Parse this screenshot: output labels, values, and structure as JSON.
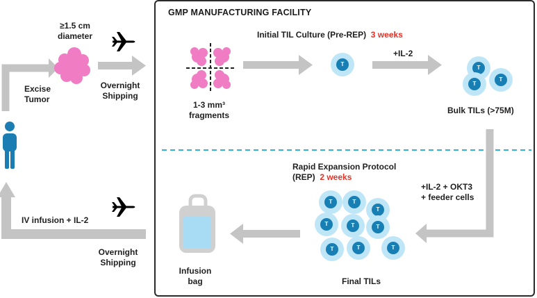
{
  "facility_title": "GMP MANUFACTURING FACILITY",
  "labels": {
    "size_line1": "≥1.5 cm",
    "size_line2": "diameter",
    "excise_line1": "Excise",
    "excise_line2": "Tumor",
    "ship_top_line1": "Overnight",
    "ship_top_line2": "Shipping",
    "fragments_line1": "1-3 mm³",
    "fragments_line2": "fragments",
    "initial_culture": "Initial TIL Culture (Pre-REP)",
    "initial_weeks": "3 weeks",
    "il2": "+IL-2",
    "bulk_tils": "Bulk TILs (>75M)",
    "rep_line1": "Rapid Expansion Protocol",
    "rep_line2": "(REP)",
    "rep_weeks": "2 weeks",
    "okt3_line1": "+IL-2 + OKT3",
    "okt3_line2": "+ feeder cells",
    "final_tils": "Final TILs",
    "infusion_line1": "Infusion",
    "infusion_line2": "bag",
    "ship_bottom_line1": "Overnight",
    "ship_bottom_line2": "Shipping",
    "iv_infusion": "IV infusion + IL-2",
    "cell_letter": "T"
  },
  "colors": {
    "arrow": "#c4c4c4",
    "tumor": "#f07cc4",
    "cell_halo": "#bfe6f7",
    "cell_core": "#177fb3",
    "person": "#1b7db1",
    "bag_body": "#d0d0d0",
    "bag_fluid": "#a8dcf5",
    "dashed_line": "#2fb4d8",
    "accent_red": "#e53227",
    "frame": "#2a2a2a"
  }
}
